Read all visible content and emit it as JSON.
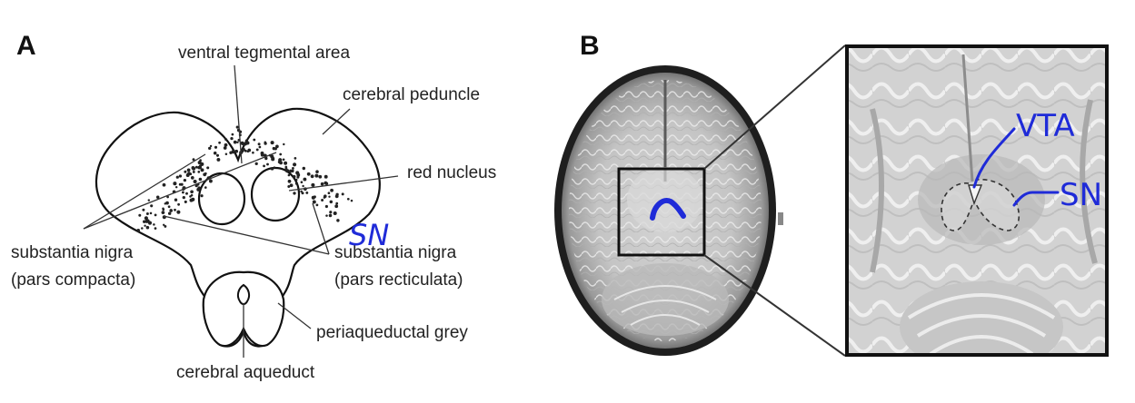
{
  "panel_a": {
    "letter": "A",
    "labels": {
      "vta": "ventral tegmental area",
      "cerebral_peduncle": "cerebral peduncle",
      "red_nucleus": "red nucleus",
      "sn_compacta_line1": "substantia nigra",
      "sn_compacta_line2": "(pars compacta)",
      "sn_reticulata_line1": "substantia nigra",
      "sn_reticulata_line2": "(pars recticulata)",
      "periaqueductal_grey": "periaqueductal grey",
      "cerebral_aqueduct": "cerebral aqueduct"
    },
    "handwritten": {
      "sn": "SN"
    }
  },
  "panel_b": {
    "letter": "B",
    "handwritten": {
      "vta": "VTA",
      "sn": "SN"
    }
  },
  "colors": {
    "ink": "#222222",
    "annotation": "#1f2bd8"
  }
}
